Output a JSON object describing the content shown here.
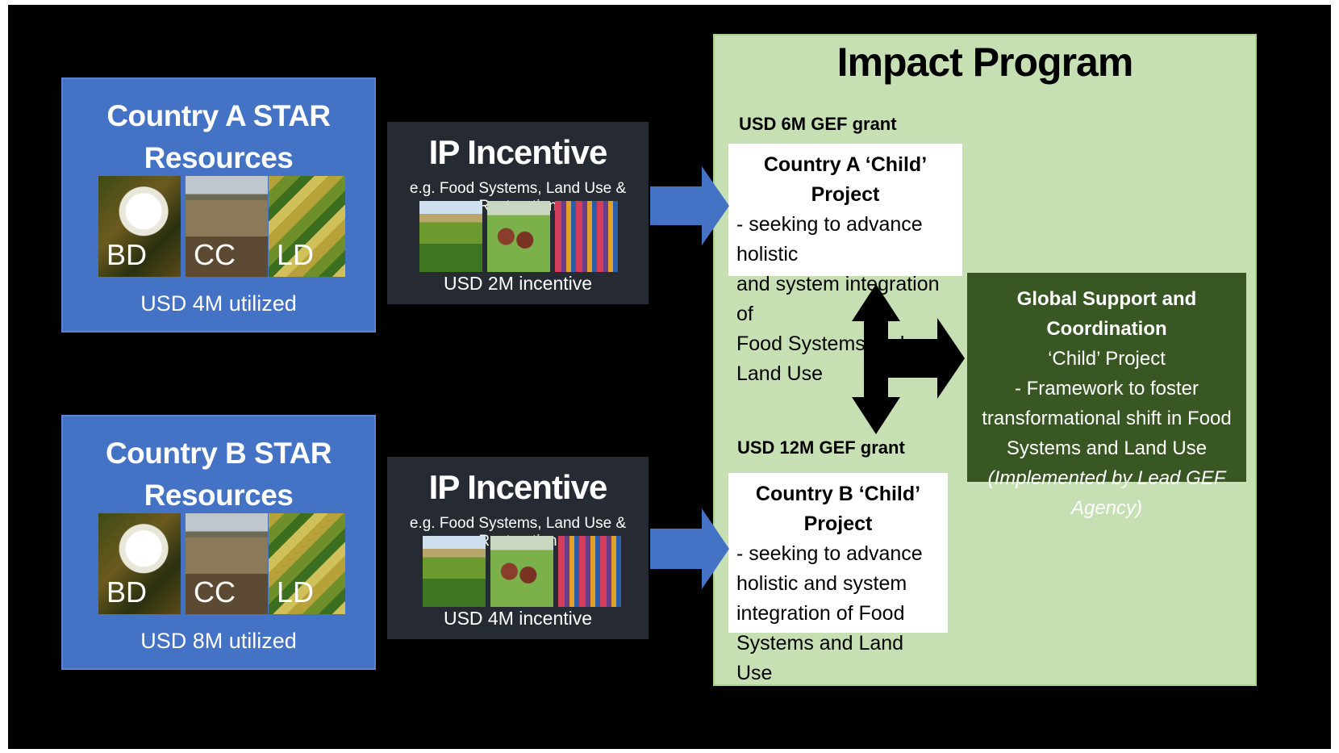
{
  "country_a": {
    "title_line1": "Country A  STAR",
    "title_line2": "Resources",
    "photo_labels": [
      "BD",
      "CC",
      "LD"
    ],
    "utilized": "USD 4M utilized"
  },
  "country_b": {
    "title_line1": "Country B  STAR",
    "title_line2": "Resources",
    "photo_labels": [
      "BD",
      "CC",
      "LD"
    ],
    "utilized": "USD 8M utilized"
  },
  "ip_a": {
    "title": "IP Incentive",
    "subtitle": "e.g. Food Systems, Land Use & Restoration",
    "incentive": "USD 2M incentive"
  },
  "ip_b": {
    "title": "IP Incentive",
    "subtitle": "e.g. Food Systems, Land Use & Restoration",
    "incentive": "USD 4M incentive"
  },
  "impact": {
    "title": "Impact Program",
    "grant_a": "USD 6M GEF grant",
    "grant_b": "USD 12M GEF grant",
    "child_a": {
      "title": "Country A ‘Child’ Project",
      "lines": [
        "- seeking to advance holistic",
        "and system integration of",
        "Food Systems and Land Use"
      ]
    },
    "child_b": {
      "title": "Country B ‘Child’ Project",
      "lines": [
        "- seeking to advance",
        "holistic and system",
        "integration of Food",
        "Systems and Land Use"
      ]
    },
    "global": {
      "title": "Global Support and Coordination",
      "lines": [
        "‘Child’ Project",
        "- Framework to foster",
        "transformational shift in Food",
        "Systems and Land Use"
      ],
      "implemented": "(Implemented by Lead GEF Agency)"
    }
  },
  "colors": {
    "star_blue": "#4472c4",
    "ip_dark": "#262b33",
    "impact_green": "#c6e0b4",
    "global_green": "#385723",
    "arrow_blue": "#4472c4"
  }
}
